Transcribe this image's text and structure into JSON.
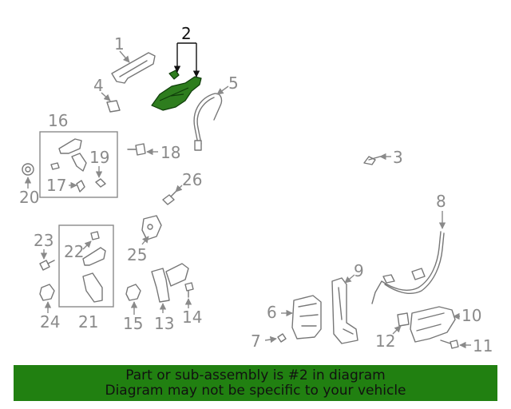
{
  "diagram": {
    "highlighted_part": "2",
    "callouts": [
      "1",
      "2",
      "3",
      "4",
      "5",
      "6",
      "7",
      "8",
      "9",
      "10",
      "11",
      "12",
      "13",
      "14",
      "15",
      "16",
      "17",
      "18",
      "19",
      "20",
      "21",
      "22",
      "23",
      "24",
      "25",
      "26"
    ],
    "colors": {
      "highlight": "#2e7d1e",
      "banner": "#218011",
      "line": "#8a8a8a"
    }
  },
  "banner": {
    "line1": "Part or sub-assembly is #2 in diagram",
    "line2": "Diagram may not be specific to your vehicle"
  }
}
